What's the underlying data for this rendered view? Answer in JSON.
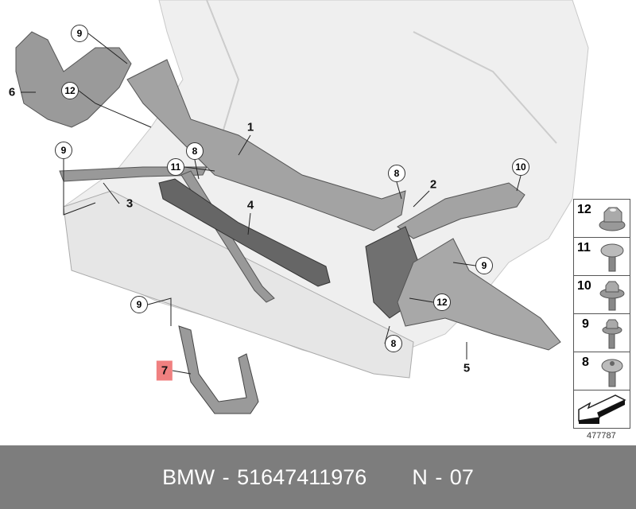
{
  "callouts": [
    {
      "label": "9"
    },
    {
      "label": "12"
    },
    {
      "label": "9"
    },
    {
      "label": "8"
    },
    {
      "label": "11"
    },
    {
      "label": "8"
    },
    {
      "label": "10"
    },
    {
      "label": "9"
    },
    {
      "label": "12"
    },
    {
      "label": "8"
    },
    {
      "label": "9"
    }
  ],
  "parts": [
    "1",
    "2",
    "3",
    "4",
    "5",
    "6",
    "7"
  ],
  "highlighted_part": "7",
  "legend": [
    {
      "label": "12",
      "icon": "nut-icon"
    },
    {
      "label": "11",
      "icon": "pan-screw-icon"
    },
    {
      "label": "10",
      "icon": "hex-bolt-icon"
    },
    {
      "label": "9",
      "icon": "hex-bolt-icon"
    },
    {
      "label": "8",
      "icon": "torx-screw-icon"
    }
  ],
  "diagram_ref": "477787",
  "footer": {
    "brand": "BMW",
    "part_number": "51647411976",
    "page": "N - 07",
    "text": "BMW - 51647411976      N - 07"
  },
  "colors": {
    "footer_bg": "#7d7d7d",
    "highlight": "#f08080",
    "part_fill": "#9a9a9a",
    "body_fill": "#ececec"
  }
}
